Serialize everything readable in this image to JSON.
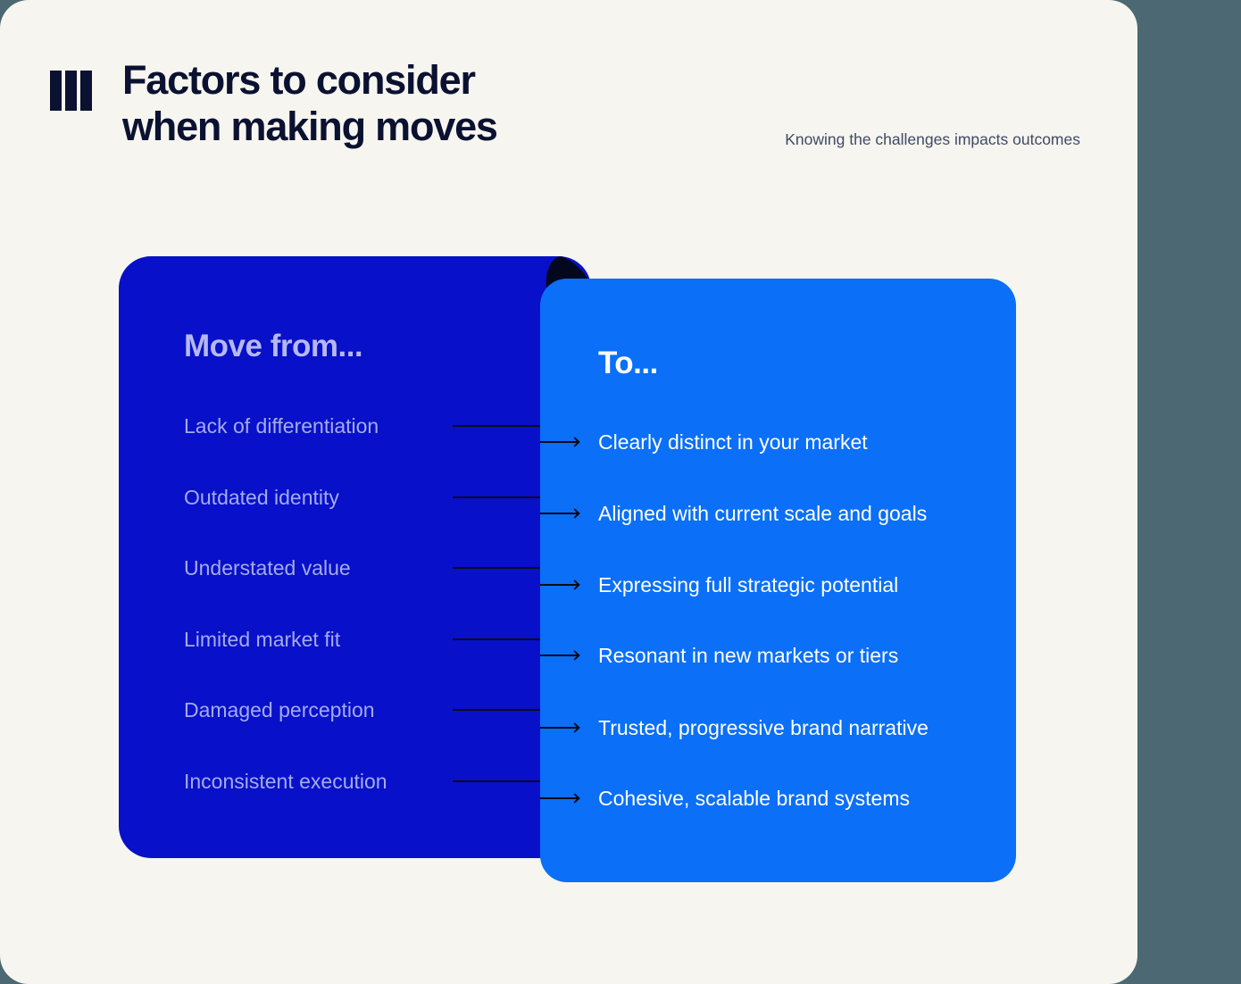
{
  "header": {
    "title_line1": "Factors to consider",
    "title_line2": "when making moves",
    "subtitle": "Knowing the challenges impacts outcomes"
  },
  "logo_icon": "three-vertical-bars",
  "from_card": {
    "header": "Move from..."
  },
  "to_card": {
    "header": "To..."
  },
  "mapping": [
    {
      "from": "Lack of differentiation",
      "to": "Clearly distinct in your market"
    },
    {
      "from": "Outdated identity",
      "to": "Aligned with current scale and goals"
    },
    {
      "from": "Understated value",
      "to": "Expressing full strategic potential"
    },
    {
      "from": "Limited market fit",
      "to": "Resonant in new markets or tiers"
    },
    {
      "from": "Damaged perception",
      "to": "Trusted, progressive brand narrative"
    },
    {
      "from": "Inconsistent execution",
      "to": "Cohesive, scalable brand systems"
    }
  ],
  "colors": {
    "backdrop": "#4c6872",
    "canvas": "#f6f5ef",
    "ink": "#0b1130",
    "subtitle": "#3f4a66",
    "from-card": "#0810c9",
    "to-card": "#0b6ff7",
    "fold": "#04081f",
    "from-header-text": "#b6b8f4",
    "from-item-text": "#a5abec",
    "to-text": "#ffffff",
    "arrow": "#0b0b16"
  }
}
